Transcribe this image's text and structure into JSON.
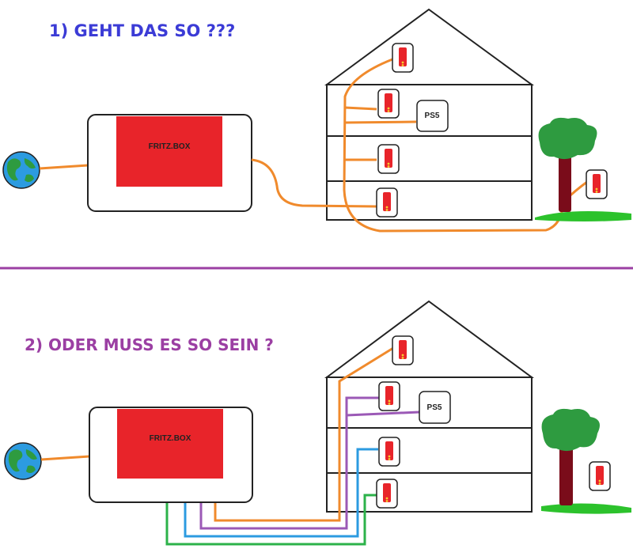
{
  "scene1": {
    "title": "1)  GEHT  DAS  SO ???",
    "router_label": "FRITZ.BOX",
    "console_label": "PS5"
  },
  "scene2": {
    "title": "2)  ODER MUSS ES SO SEIN ?",
    "router_label": "FRITZ.BOX",
    "console_label": "PS5"
  },
  "colors": {
    "title1": "#3b3bd6",
    "title2": "#9b3fa3",
    "divider": "#9b3fa3",
    "router": "#e8242a",
    "orange_cable": "#f08a2c",
    "purple_cable": "#9b59b6",
    "blue_cable": "#2c9be0",
    "green_cable": "#2cb24a"
  },
  "icons": [
    "globe-icon",
    "tree-icon",
    "repeater-icon",
    "house-icon"
  ]
}
